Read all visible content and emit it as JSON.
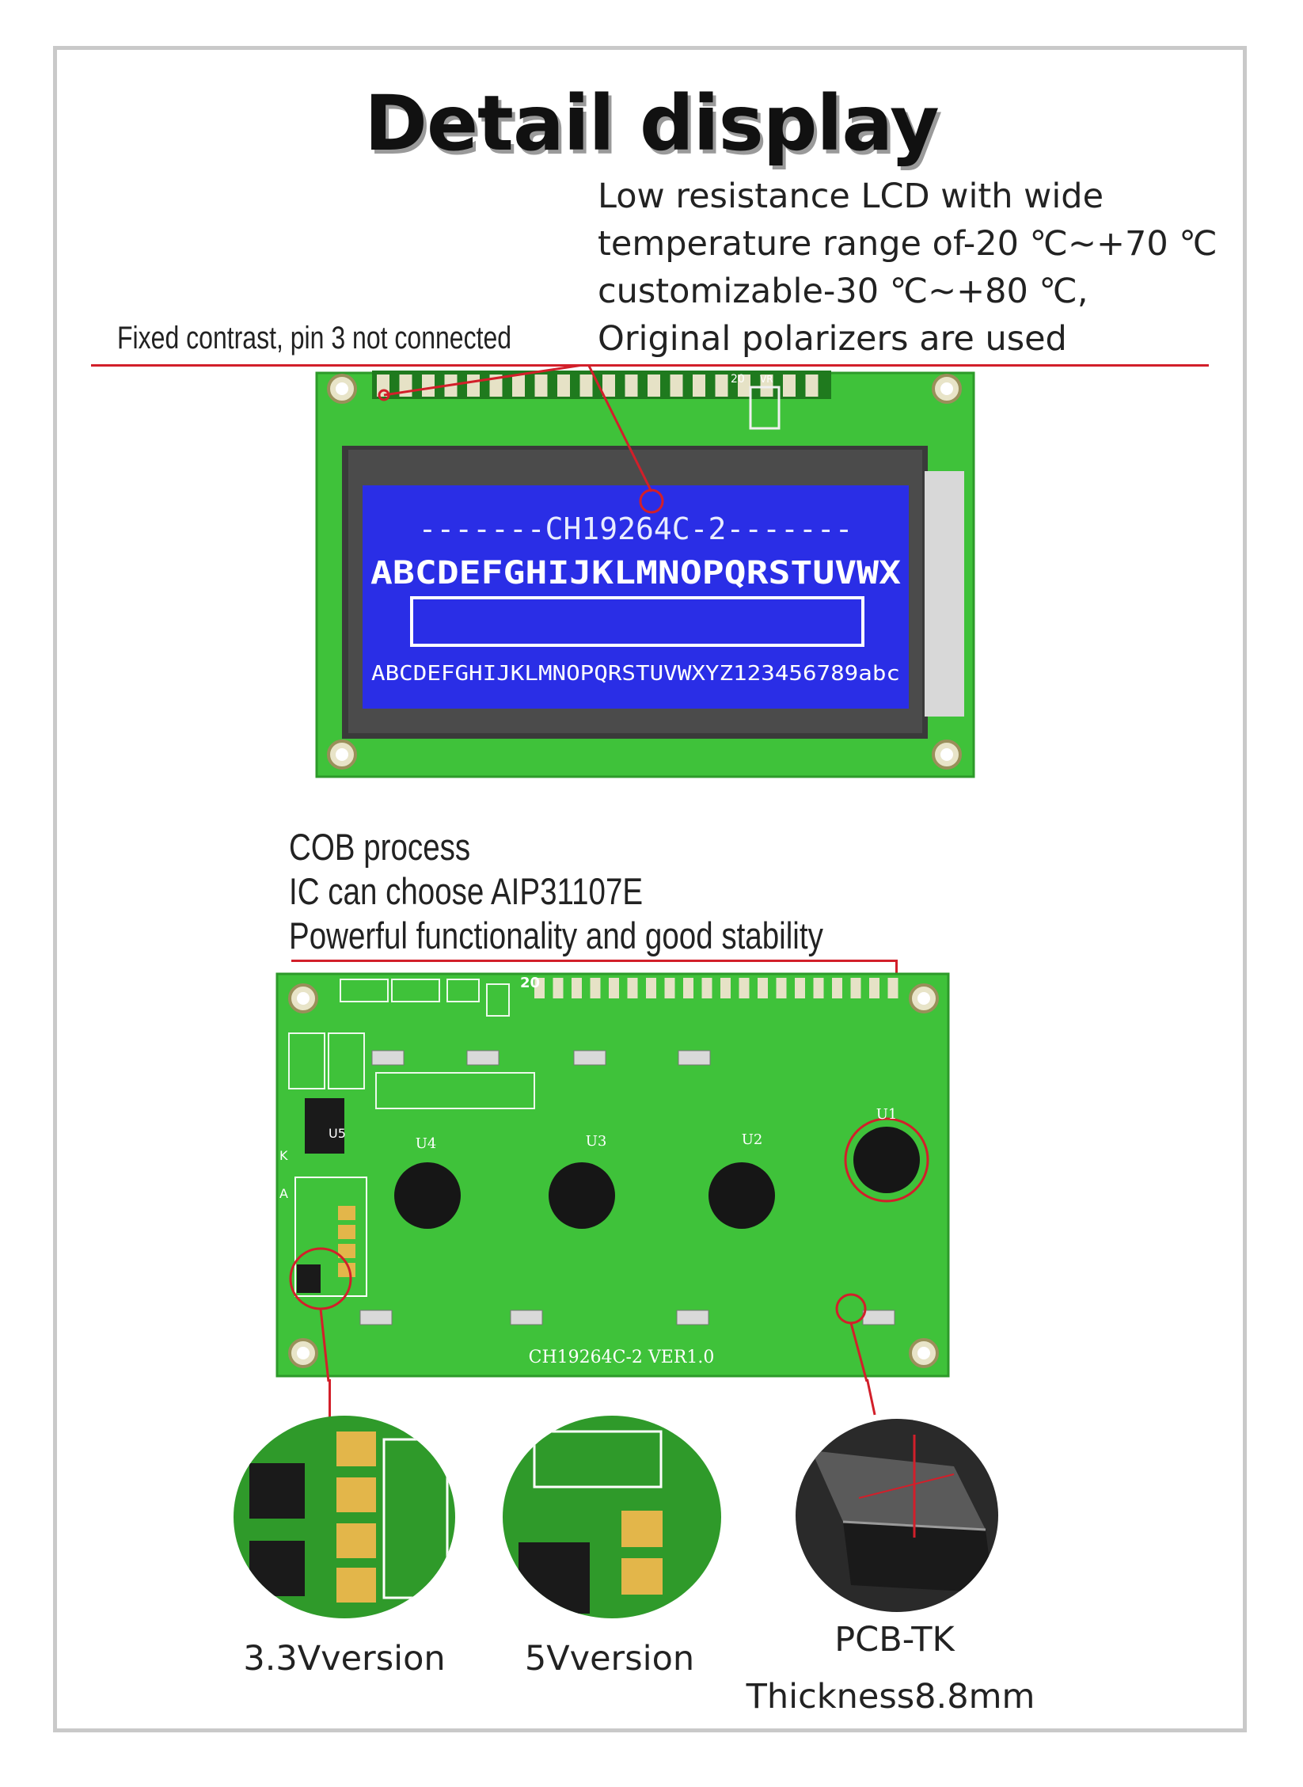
{
  "title": "Detail display",
  "top_note_lines": [
    "Low resistance LCD with wide",
    "temperature range of-20 ℃~+70 ℃",
    "customizable-30 ℃~+80 ℃,",
    "Original polarizers are used"
  ],
  "contrast_note": "Fixed contrast, pin 3 not connected",
  "lcd_screen": {
    "line1": "-------CH19264C-2-------",
    "line2": "ABCDEFGHIJKLMNOPQRSTUVWX",
    "line4": "ABCDEFGHIJKLMNOPQRSTUVWXYZ123456789abc",
    "pin_label_20": "20",
    "vr_label": "VR"
  },
  "cob_note_lines": [
    "COB process",
    "IC can choose AIP31107E",
    "Powerful functionality and good stability"
  ],
  "pcb_back": {
    "board_label": "CH19264C-2  VER1.0",
    "chips": [
      "U4",
      "U3",
      "U2",
      "U1"
    ],
    "u5": "U5",
    "pin20": "20",
    "k_label": "K",
    "a_label": "A"
  },
  "captions": {
    "v33": "3.3Vversion",
    "v5": "5Vversion",
    "pcb_tk": "PCB-TK",
    "thickness": "Thickness8.8mm"
  },
  "colors": {
    "pcb_green": "#3fc23a",
    "lcd_blue": "#2a2ee6",
    "accent_red": "#d21f2a"
  }
}
